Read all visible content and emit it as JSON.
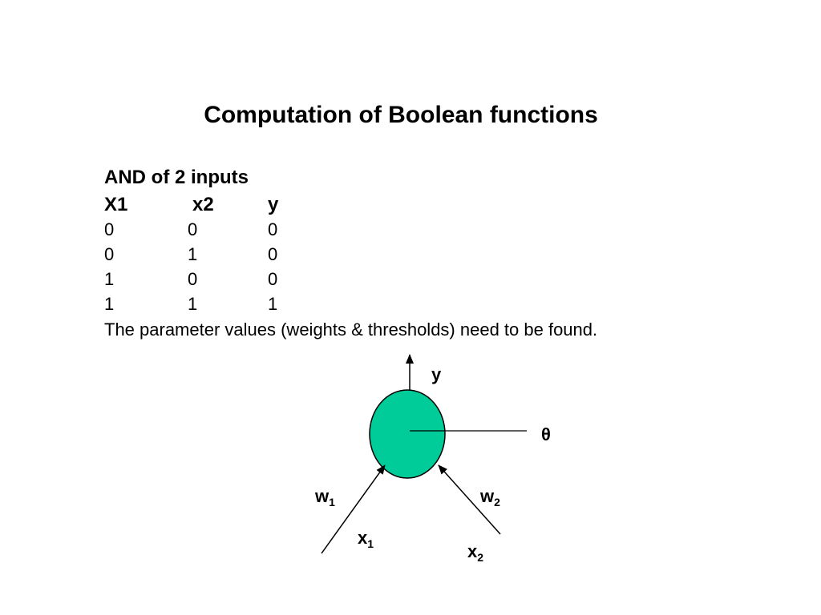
{
  "slide": {
    "title": "Computation of Boolean functions",
    "subtitle": "AND of 2 inputs",
    "table": {
      "headers": [
        "X1",
        "x2",
        "y"
      ],
      "rows": [
        [
          "0",
          "0",
          "0"
        ],
        [
          "0",
          "1",
          "0"
        ],
        [
          "1",
          "0",
          "0"
        ],
        [
          "1",
          "1",
          "1"
        ]
      ]
    },
    "note": "The parameter values (weights & thresholds) need to be found."
  },
  "diagram": {
    "neuron_color": "#00cc99",
    "output_label": "y",
    "threshold_label": "θ",
    "weight1": {
      "base": "w",
      "sub": "1"
    },
    "weight2": {
      "base": "w",
      "sub": "2"
    },
    "input1": {
      "base": "x",
      "sub": "1"
    },
    "input2": {
      "base": "x",
      "sub": "2"
    }
  }
}
